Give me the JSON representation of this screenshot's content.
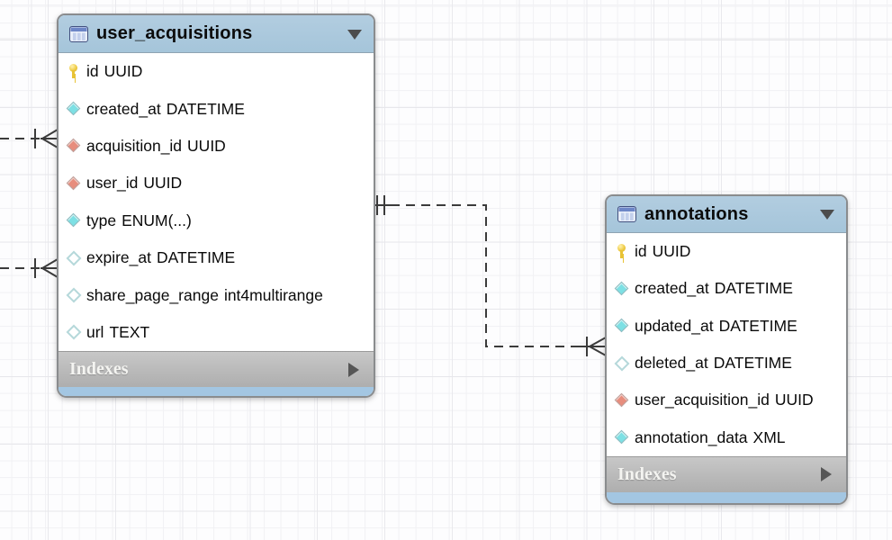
{
  "diagram": {
    "kind": "database-eer-diagram",
    "colors": {
      "table_header_blue": "#a9c8dc",
      "table_bottom_strip_blue": "#a3c6e2",
      "indexes_bar_gray": "#b9b9b9",
      "table_border_gray": "#8a8c8e",
      "primary_key_yellow": "#e8c335",
      "column_cyan": "#7de0e4",
      "column_red": "#e78d7d",
      "hollow_diamond_border": "#b5d8da",
      "connector_gray": "#3b3b3b",
      "grid_minor": "#f1f1f4",
      "grid_major": "#e7e7eb"
    }
  },
  "tables": [
    {
      "title": "user_acquisitions",
      "header_icon": "table-icon",
      "collapse_icon": "triangle-down-icon",
      "footer_label": "Indexes",
      "footer_icon": "triangle-right-icon",
      "columns": [
        {
          "icon": "primary-key",
          "name": "id",
          "type": "UUID"
        },
        {
          "icon": "diamond-cyan",
          "name": "created_at",
          "type": "DATETIME"
        },
        {
          "icon": "diamond-red",
          "name": "acquisition_id",
          "type": "UUID"
        },
        {
          "icon": "diamond-red",
          "name": "user_id",
          "type": "UUID"
        },
        {
          "icon": "diamond-cyan",
          "name": "type",
          "type": "ENUM(...)"
        },
        {
          "icon": "diamond-hollow",
          "name": "expire_at",
          "type": "DATETIME"
        },
        {
          "icon": "diamond-hollow",
          "name": "share_page_range",
          "type": "int4multirange"
        },
        {
          "icon": "diamond-hollow",
          "name": "url",
          "type": "TEXT"
        }
      ]
    },
    {
      "title": "annotations",
      "header_icon": "table-icon",
      "collapse_icon": "triangle-down-icon",
      "footer_label": "Indexes",
      "footer_icon": "triangle-right-icon",
      "columns": [
        {
          "icon": "primary-key",
          "name": "id",
          "type": "UUID"
        },
        {
          "icon": "diamond-cyan",
          "name": "created_at",
          "type": "DATETIME"
        },
        {
          "icon": "diamond-cyan",
          "name": "updated_at",
          "type": "DATETIME"
        },
        {
          "icon": "diamond-hollow",
          "name": "deleted_at",
          "type": "DATETIME"
        },
        {
          "icon": "diamond-red",
          "name": "user_acquisition_id",
          "type": "UUID"
        },
        {
          "icon": "diamond-cyan",
          "name": "annotation_data",
          "type": "XML"
        }
      ]
    }
  ],
  "relationships": [
    {
      "target": "user_acquisitions",
      "from": "off-canvas-left",
      "line_style": "dashed",
      "target_end": "one-to-many-crowfoot-with-tick"
    },
    {
      "target": "user_acquisitions",
      "from": "off-canvas-left",
      "line_style": "dashed",
      "target_end": "one-to-many-crowfoot-with-tick"
    },
    {
      "source": "user_acquisitions",
      "target": "annotations",
      "line_style": "dashed",
      "source_end": "exactly-one-double-tick",
      "target_end": "one-to-many-crowfoot-with-tick"
    }
  ]
}
